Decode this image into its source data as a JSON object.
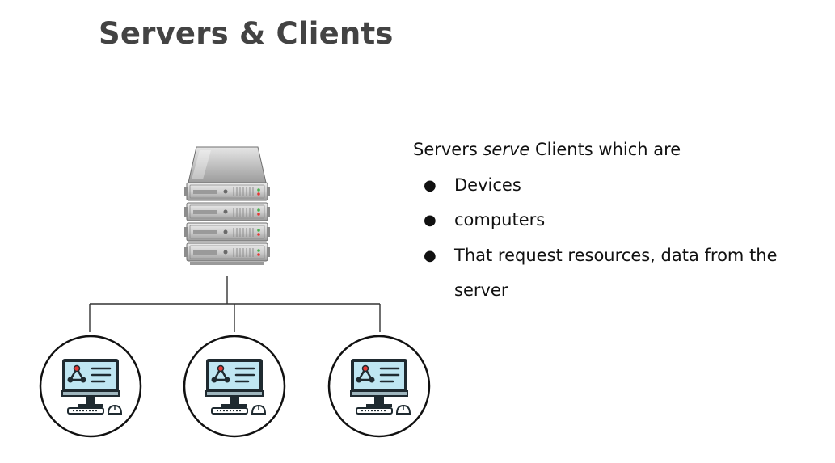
{
  "slide": {
    "title": "Servers & Clients"
  },
  "text": {
    "intro_before": "Servers ",
    "intro_emphasis": "serve",
    "intro_after": " Clients which are",
    "bullets": [
      "Devices",
      "computers",
      "That request resources, data from the server"
    ],
    "bullet_symbol": "●"
  },
  "diagram": {
    "server_icon": "server-rack-icon",
    "client_icon": "desktop-computer-icon",
    "client_count": 3,
    "colors": {
      "server_body": "#b8b8b8",
      "server_dark": "#7a7a7a",
      "client_screen": "#bfe6f2",
      "client_frame": "#1f2a30",
      "line": "#333333",
      "led_red": "#e53935",
      "led_green": "#4caf50"
    }
  }
}
